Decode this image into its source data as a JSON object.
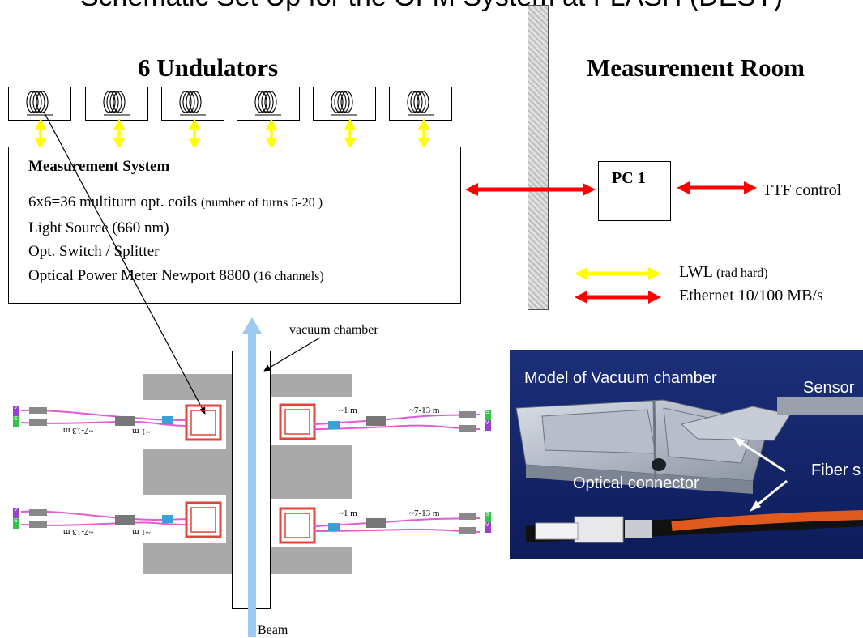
{
  "title": "Schematic Set Up for the OFM System at FLASH (DESY)",
  "headings": {
    "undulators": "6 Undulators",
    "measurement_room": "Measurement Room"
  },
  "measurement_system": {
    "title": "Measurement System",
    "lines": [
      {
        "main": "6x6=36 multiturn opt. coils ",
        "note": "(number of turns 5-20 )"
      },
      {
        "main": "Light Source (660 nm)",
        "note": ""
      },
      {
        "main": "Opt. Switch / Splitter",
        "note": ""
      },
      {
        "main": "Optical Power Meter Newport 8800 ",
        "note": "(16 channels)"
      }
    ]
  },
  "pc": {
    "label": "PC 1"
  },
  "ttf": "TTF control",
  "legend": {
    "lwl": {
      "main": "LWL ",
      "note": "(rad hard)",
      "color": "#ffff00"
    },
    "ethernet": {
      "main": "Ethernet 10/100 MB/s",
      "color": "#ff0000"
    }
  },
  "labels": {
    "vacuum_chamber": "vacuum chamber",
    "beam": "Beam"
  },
  "fiber_labels": {
    "one_m": "~1 m",
    "seven_m": "~7-13 m",
    "s": "S",
    "v": "V"
  },
  "photo": {
    "model": "Model of Vacuum chamber",
    "sensor": "Sensor",
    "optical_connector": "Optical connector",
    "fiber": "Fiber s"
  },
  "colors": {
    "beam": "#9ec9f0",
    "chamber": "#a9a9a9",
    "coil": "#e0443a",
    "fiber": "#e05cd0",
    "connector": "#3aa0d8"
  }
}
